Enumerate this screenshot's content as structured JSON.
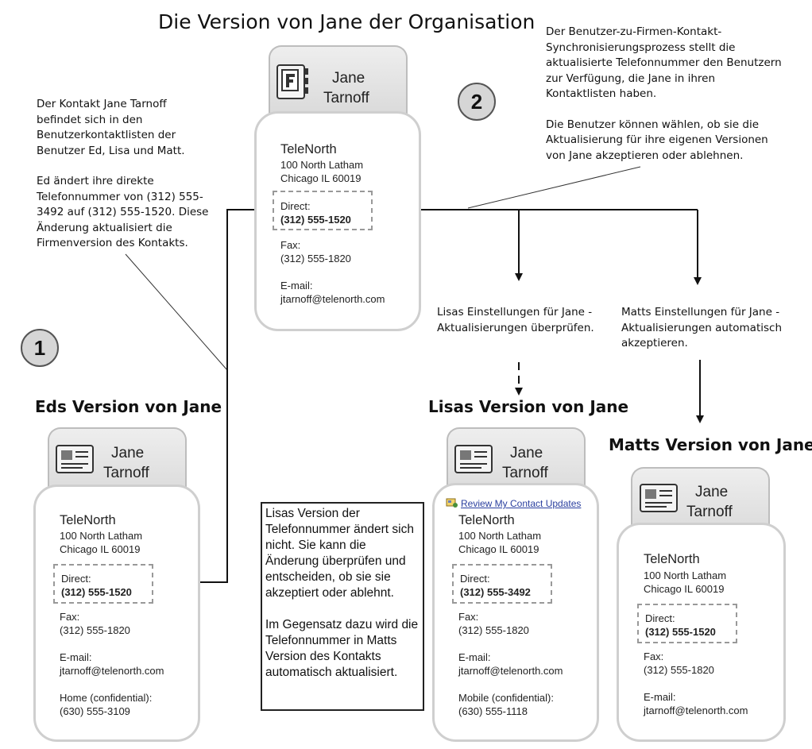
{
  "headings": {
    "org": "Die Version von Jane der Organisation",
    "ed": "Eds Version von Jane",
    "lisa": "Lisas Version von Jane",
    "matt": "Matts Version von Jane"
  },
  "steps": {
    "one": "1",
    "two": "2"
  },
  "notes": {
    "left_p1": "Der Kontakt Jane Tarnoff befindet sich in den Benutzerkontaktlisten der Benutzer Ed, Lisa und Matt.",
    "left_p2": "Ed ändert ihre direkte Telefonnummer von (312) 555-3492 auf (312) 555-1520. Diese Änderung aktualisiert die Firmenversion des Kontakts.",
    "right_p1": "Der Benutzer-zu-Firmen-Kontakt-Synchronisierungsprozess stellt die aktualisierte Telefonnummer den Benutzern zur Verfügung, die Jane in ihren Kontaktlisten haben.",
    "right_p2": "Die Benutzer können wählen, ob sie die Aktualisierung für ihre eigenen Versionen von Jane akzeptieren oder ablehnen.",
    "lisa_setting": "Lisas Einstellungen für Jane - Aktualisierungen überprüfen.",
    "matt_setting": "Matts Einstellungen für Jane - Aktualisierungen automatisch akzeptieren."
  },
  "callout": {
    "p1": "Lisas Version der Telefonnummer ändert sich nicht. Sie kann die Änderung überprüfen und entscheiden, ob sie sie akzeptiert oder ablehnt.",
    "p2": "Im Gegensatz dazu wird die Telefonnummer in Matts Version des Kontakts automatisch aktualisiert."
  },
  "cards": {
    "org": {
      "first_name": "Jane",
      "last_name": "Tarnoff",
      "company": "TeleNorth",
      "address1": "100 North Latham",
      "address2": "Chicago IL 60019",
      "direct_label": "Direct:",
      "direct_value": "(312) 555-1520",
      "fax_label": "Fax:",
      "fax_value": "(312) 555-1820",
      "email_label": "E-mail:",
      "email_value": "jtarnoff@telenorth.com"
    },
    "ed": {
      "first_name": "Jane",
      "last_name": "Tarnoff",
      "company": "TeleNorth",
      "address1": "100 North Latham",
      "address2": "Chicago IL 60019",
      "direct_label": "Direct:",
      "direct_value": "(312) 555-1520",
      "fax_label": "Fax:",
      "fax_value": "(312) 555-1820",
      "email_label": "E-mail:",
      "email_value": "jtarnoff@telenorth.com",
      "extra_label": "Home (confidential):",
      "extra_value": "(630) 555-3109"
    },
    "lisa": {
      "first_name": "Jane",
      "last_name": "Tarnoff",
      "review_link": "Review My Contact Updates",
      "company": "TeleNorth",
      "address1": "100 North Latham",
      "address2": "Chicago IL 60019",
      "direct_label": "Direct:",
      "direct_value": "(312) 555-3492",
      "fax_label": "Fax:",
      "fax_value": "(312) 555-1820",
      "email_label": "E-mail:",
      "email_value": "jtarnoff@telenorth.com",
      "extra_label": "Mobile (confidential):",
      "extra_value": "(630) 555-1118"
    },
    "matt": {
      "first_name": "Jane",
      "last_name": "Tarnoff",
      "company": "TeleNorth",
      "address1": "100 North Latham",
      "address2": "Chicago IL 60019",
      "direct_label": "Direct:",
      "direct_value": "(312) 555-1520",
      "fax_label": "Fax:",
      "fax_value": "(312) 555-1820",
      "email_label": "E-mail:",
      "email_value": "jtarnoff@telenorth.com"
    }
  }
}
